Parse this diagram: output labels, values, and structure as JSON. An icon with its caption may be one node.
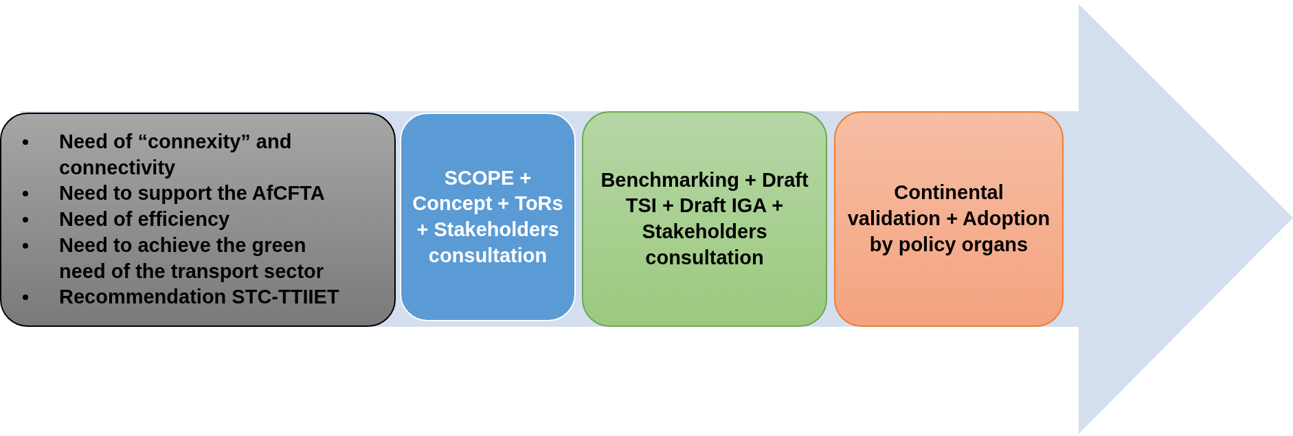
{
  "diagram": {
    "nodes": [
      {
        "text": [
          "Need of “connexity” and connectivity",
          "Need to support the AfCFTA",
          "Need of efficiency",
          "Need to achieve the green need of the transport sector",
          "Recommendation STC-TTIIET"
        ]
      },
      {
        "text": [
          "SCOPE + Concept + ToRs + Stakeholders consultation"
        ]
      },
      {
        "text": [
          "Benchmarking + Draft TSI + Draft IGA + Stakeholders consultation"
        ]
      },
      {
        "text": [
          "Continental validation + Adoption by policy organs"
        ]
      }
    ],
    "edges": []
  }
}
